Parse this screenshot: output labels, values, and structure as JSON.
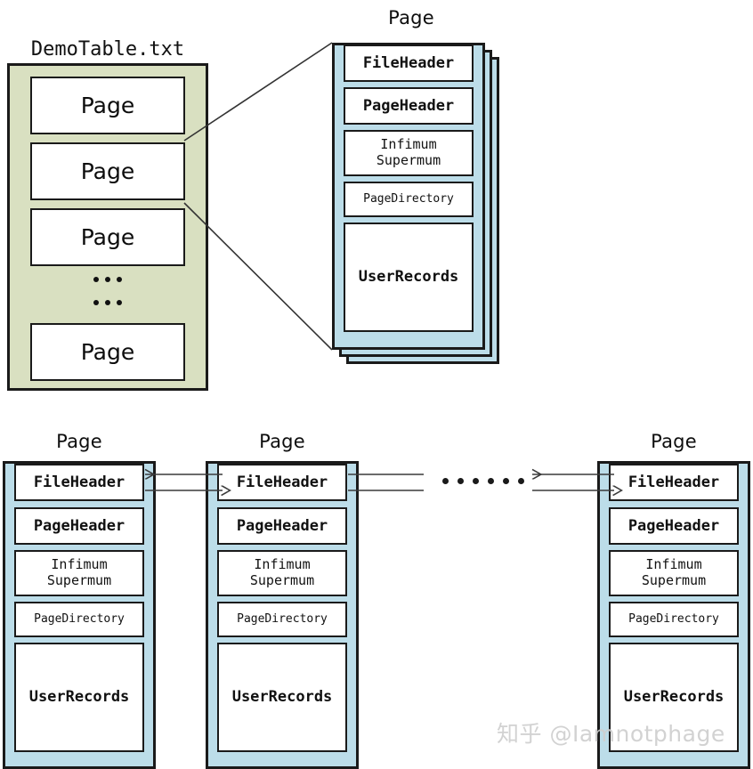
{
  "diagram": {
    "title": "InnoDB table file page structure",
    "colors": {
      "file_fill": "#d9e0c1",
      "page_fill": "#bcdde9",
      "slot_fill": "#ffffff",
      "stroke": "#1a1a1a",
      "watermark": "#cfcfcf"
    }
  },
  "file_section": {
    "label": "DemoTable.txt",
    "pages": [
      {
        "label": "Page"
      },
      {
        "label": "Page"
      },
      {
        "label": "Page"
      },
      {
        "label": "Page"
      }
    ],
    "ellipsis_rows": 2,
    "ellipsis_dots_per_row": 3
  },
  "detail_page": {
    "caption": "Page",
    "stack_count": 3,
    "slots": [
      {
        "name": "file-header",
        "lines": [
          "FileHeader"
        ],
        "size": "big"
      },
      {
        "name": "page-header",
        "lines": [
          "PageHeader"
        ],
        "size": "big"
      },
      {
        "name": "infimum-supremum",
        "lines": [
          "Infimum",
          "Supermum"
        ],
        "size": "mid"
      },
      {
        "name": "page-directory",
        "lines": [
          "PageDirectory"
        ],
        "size": "small"
      },
      {
        "name": "user-records",
        "lines": [
          "UserRecords"
        ],
        "size": "big"
      }
    ]
  },
  "linked_pages": {
    "caption": "Page",
    "ellipsis_dots": 6,
    "slots": [
      {
        "name": "file-header",
        "lines": [
          "FileHeader"
        ],
        "size": "big"
      },
      {
        "name": "page-header",
        "lines": [
          "PageHeader"
        ],
        "size": "big"
      },
      {
        "name": "infimum-supremum",
        "lines": [
          "Infimum",
          "Supermum"
        ],
        "size": "mid"
      },
      {
        "name": "page-directory",
        "lines": [
          "PageDirectory"
        ],
        "size": "small"
      },
      {
        "name": "user-records",
        "lines": [
          "UserRecords"
        ],
        "size": "big"
      }
    ],
    "pages": [
      {
        "caption": "Page"
      },
      {
        "caption": "Page"
      },
      {
        "caption": "Page"
      }
    ]
  },
  "watermark": {
    "text": "知乎 @Iamnotphage"
  }
}
